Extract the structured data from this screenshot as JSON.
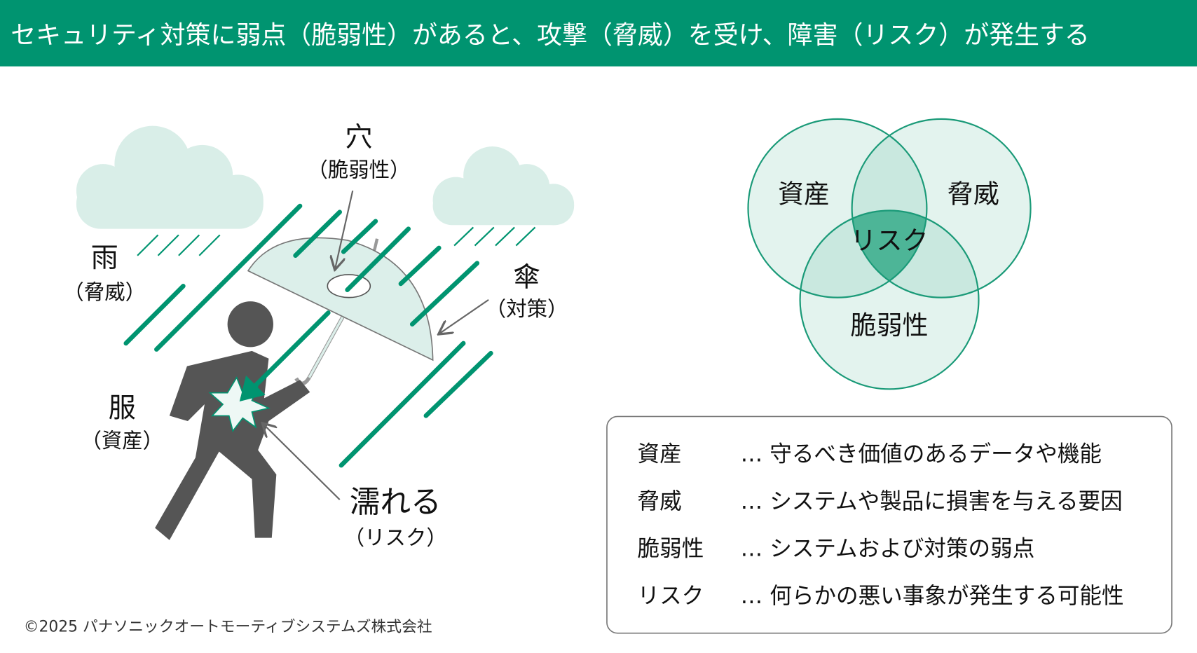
{
  "header": {
    "title": "セキュリティ対策に弱点（脆弱性）があると、攻撃（脅威）を受け、障害（リスク）が発生する"
  },
  "illustration": {
    "hole": {
      "label": "穴",
      "sub": "（脆弱性）"
    },
    "rain": {
      "label": "雨",
      "sub": "（脅威）"
    },
    "umbrella": {
      "label": "傘",
      "sub": "（対策）"
    },
    "clothes": {
      "label": "服",
      "sub": "（資産）"
    },
    "wet": {
      "label": "濡れる",
      "sub": "（リスク）"
    }
  },
  "venn": {
    "asset": "資産",
    "threat": "脅威",
    "risk": "リスク",
    "vulnerability": "脆弱性"
  },
  "legend": [
    {
      "term": "資産",
      "desc": "… 守るべき価値のあるデータや機能"
    },
    {
      "term": "脅威",
      "desc": "… システムや製品に損害を与える要因"
    },
    {
      "term": "脆弱性",
      "desc": "… システムおよび対策の弱点"
    },
    {
      "term": "リスク",
      "desc": "… 何らかの悪い事象が発生する可能性"
    }
  ],
  "footer": {
    "copyright": "©2025 パナソニックオートモーティブシステムズ株式会社"
  },
  "colors": {
    "brand": "#009470",
    "light": "#dcefea",
    "figure": "#555555"
  }
}
